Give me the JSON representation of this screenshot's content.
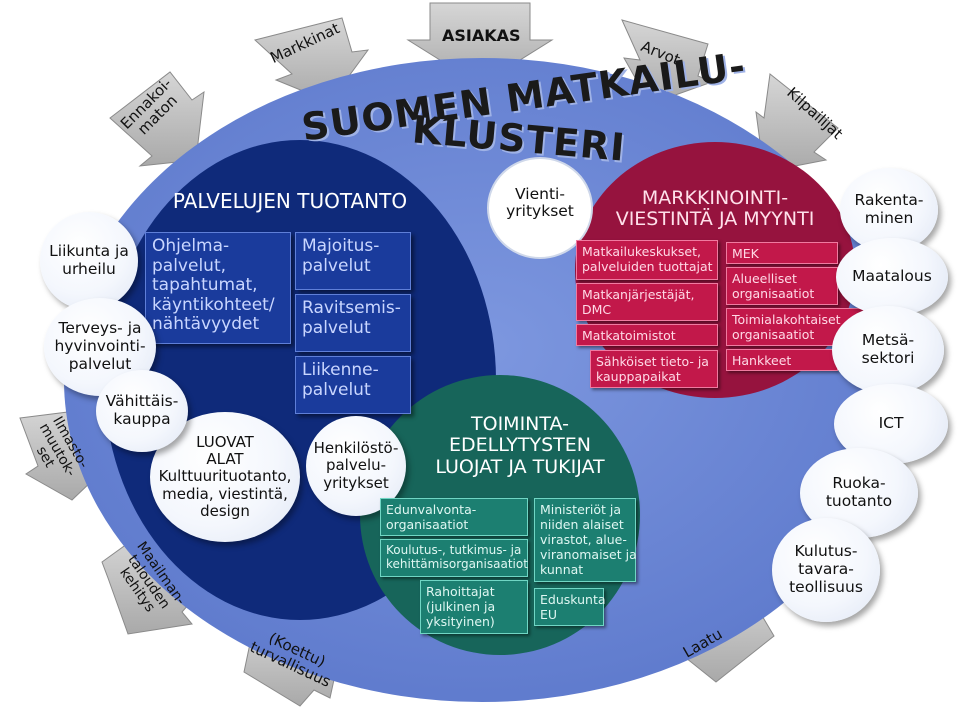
{
  "title_line1": "SUOMEN MATKAILU-",
  "title_line2": "KLUSTERI",
  "arrows": {
    "asiakas": "ASIAKAS",
    "markkinat": "Markkinat",
    "arvot": "Arvot",
    "ennakoimaton": "Ennakoi-\nmaton",
    "kilpailijat": "Kilpailijat",
    "ilmastonmuutokset": "Ilmasto-\nmuutok-\nset",
    "maailmantalous": "Maailman-\ntalouden\nkehitys",
    "koettu": "(Koettu)\nturvallisuus",
    "laatu": "Laatu"
  },
  "palvelut": {
    "heading": "PALVELUJEN TUOTANTO",
    "ohjelma": "Ohjelma-\npalvelut,\ntapahtumat,\nkäyntikohteet/\nnähtävyydet",
    "majoitus": "Majoitus-\npalvelut",
    "ravitsemis": "Ravitsemis-\npalvelut",
    "liikenne": "Liikenne-\npalvelut",
    "luovat": "LUOVAT\nALAT\nKulttuurituotanto,\nmedia, viestintä,\ndesign",
    "henkilosto": "Henkilöstö-\npalvelu-\nyritykset"
  },
  "vienti": "Vienti-\nyritykset",
  "markkinointi": {
    "heading": "MARKKINOINTI-\nVIESTINTÄ JA MYYNTI",
    "left": [
      "Matkailukeskukset,\npalveluiden tuottajat",
      "Matkanjärjestäjät,\nDMC",
      "Matkatoimistot",
      "Sähköiset tieto- ja\nkauppapaikat"
    ],
    "right": [
      "MEK",
      "Alueelliset\norganisaatiot",
      "Toimialakohtaiset\norganisaatiot",
      "Hankkeet"
    ]
  },
  "toiminta": {
    "heading": "TOIMINTA-\nEDELLYTYSTEN\nLUOJAT JA TUKIJAT",
    "left": [
      "Edunvalvonta-\norganisaatiot",
      "Koulutus-, tutkimus- ja\nkehittämisorganisaatiot",
      "Rahoittajat\n(julkinen ja\nyksityinen)"
    ],
    "right": [
      "Ministeriöt ja\nniiden alaiset\nvirastot, alue-\nviranomaiset ja\nkunnat",
      "Eduskunta\nEU"
    ]
  },
  "left_bubbles": [
    "Liikunta ja\nurheilu",
    "Terveys- ja\nhyvinvointi-\npalvelut",
    "Vähittäis-\nkauppa"
  ],
  "right_bubbles": [
    "Rakenta-\nminen",
    "Maatalous",
    "Metsä-\nsektori",
    "ICT",
    "Ruoka-\ntuotanto",
    "Kulutus-\ntavara-\nteollisuus"
  ]
}
